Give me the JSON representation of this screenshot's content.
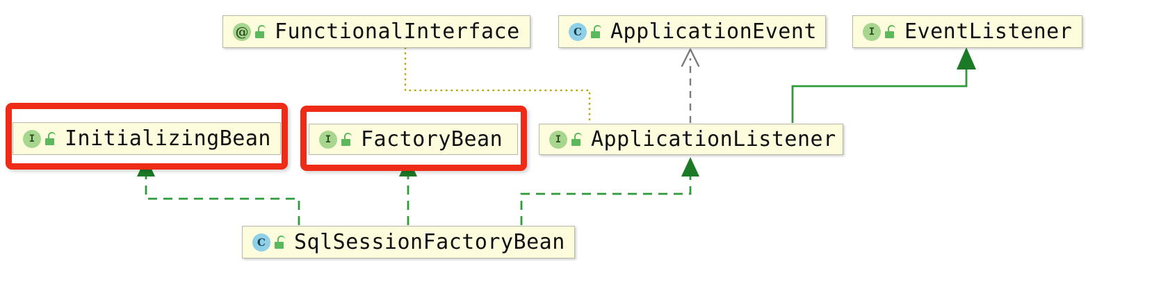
{
  "diagram": {
    "title": "UML class hierarchy diagram",
    "background_color": "#ffffff",
    "node_fill_color": "#fdfdde",
    "node_border_color": "#b8b8a8",
    "highlight_color": "#ee2b17",
    "extends_color": "#1f8f2f",
    "implements_color": "#1f8f2f",
    "dependency_color": "#7a7a7a",
    "annotation_link_color": "#b8a80d",
    "nodes": [
      {
        "id": "functional-interface",
        "label": "FunctionalInterface",
        "kind": "annotation",
        "kind_glyph": "@",
        "visibility": "public",
        "highlighted": false
      },
      {
        "id": "application-event",
        "label": "ApplicationEvent",
        "kind": "class",
        "kind_glyph": "C",
        "visibility": "public",
        "highlighted": false
      },
      {
        "id": "event-listener",
        "label": "EventListener",
        "kind": "interface",
        "kind_glyph": "I",
        "visibility": "public",
        "highlighted": false
      },
      {
        "id": "initializing-bean",
        "label": "InitializingBean",
        "kind": "interface",
        "kind_glyph": "I",
        "visibility": "public",
        "highlighted": true
      },
      {
        "id": "factory-bean",
        "label": "FactoryBean",
        "kind": "interface",
        "kind_glyph": "I",
        "visibility": "public",
        "highlighted": true
      },
      {
        "id": "application-listener",
        "label": "ApplicationListener",
        "kind": "interface",
        "kind_glyph": "I",
        "visibility": "public",
        "highlighted": false
      },
      {
        "id": "sql-session-factory-bean",
        "label": "SqlSessionFactoryBean",
        "kind": "class",
        "kind_glyph": "C",
        "visibility": "public",
        "highlighted": false
      }
    ],
    "edges": [
      {
        "id": "fi-to-al",
        "from": "functional-interface",
        "to": "application-listener",
        "style": "dotted",
        "arrow": "none",
        "color": "#b8a80d"
      },
      {
        "id": "al-to-ae",
        "from": "application-listener",
        "to": "application-event",
        "style": "dashed",
        "arrow": "open",
        "color": "#7a7a7a"
      },
      {
        "id": "al-to-el",
        "from": "application-listener",
        "to": "event-listener",
        "style": "solid",
        "arrow": "filled",
        "color": "#1f8f2f"
      },
      {
        "id": "ssfb-to-ib",
        "from": "sql-session-factory-bean",
        "to": "initializing-bean",
        "style": "dashed",
        "arrow": "filled",
        "color": "#1f8f2f"
      },
      {
        "id": "ssfb-to-fb",
        "from": "sql-session-factory-bean",
        "to": "factory-bean",
        "style": "dashed",
        "arrow": "filled",
        "color": "#1f8f2f"
      },
      {
        "id": "ssfb-to-al",
        "from": "sql-session-factory-bean",
        "to": "application-listener",
        "style": "dashed",
        "arrow": "filled",
        "color": "#1f8f2f"
      }
    ]
  }
}
